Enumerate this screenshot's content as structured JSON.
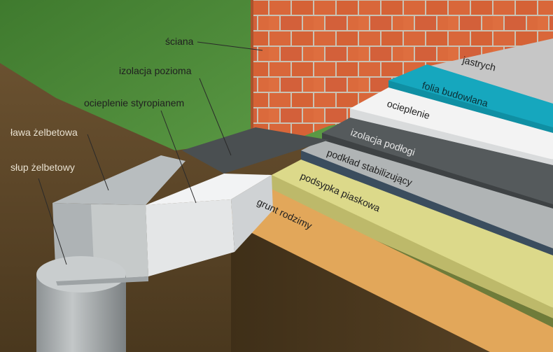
{
  "labels": {
    "sciana": "ściana",
    "izolacja_pozioma": "izolacja pozioma",
    "ocieplenie_styropianem": "ocieplenie styropianem",
    "lawa_zelbetowa": "ława żelbetowa",
    "slup_zelbetowy": "słup żelbetowy",
    "jastrych": "jastrych",
    "folia_budowlana": "folia budowlana",
    "ocieplenie": "ocieplenie",
    "izolacja_podlogi": "izolacja podłogi",
    "podklad_stabilizujacy": "podkład stabilizujący",
    "podsypka_piaskowa": "podsypka piaskowa",
    "grunt_rodzimy": "grunt rodzimy"
  },
  "colors": {
    "grass": "#4f8a3a",
    "soil": "#5c4526",
    "brick": "#d9673a",
    "mortar": "#c9c2b4",
    "concrete": "#b4b9bb",
    "styrofoam": "#eceeef",
    "screed": "#c8c8c8",
    "foil": "#16a7be",
    "insulation_white": "#f3f3f3",
    "damp_proof": "#555a5c",
    "stabilizing_base": "#b0b4b5",
    "sand": "#dcd98a",
    "native_soil": "#e2a75a"
  }
}
